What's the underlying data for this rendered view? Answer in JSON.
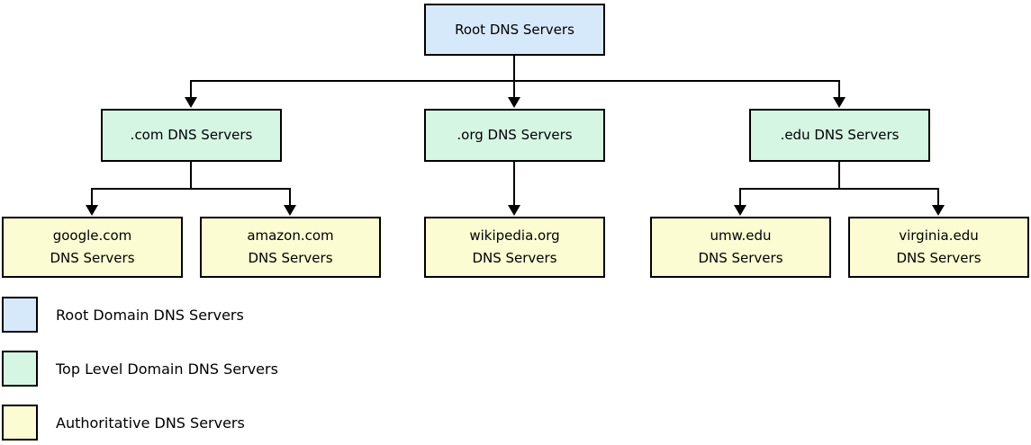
{
  "diagram": {
    "root": {
      "label": "Root DNS Servers"
    },
    "tld_servers": [
      {
        "label": ".com DNS Servers"
      },
      {
        "label": ".org DNS Servers"
      },
      {
        "label": ".edu DNS Servers"
      }
    ],
    "authoritative_servers": [
      {
        "line1": "google.com",
        "line2": "DNS Servers"
      },
      {
        "line1": "amazon.com",
        "line2": "DNS Servers"
      },
      {
        "line1": "wikipedia.org",
        "line2": "DNS Servers"
      },
      {
        "line1": "umw.edu",
        "line2": "DNS Servers"
      },
      {
        "line1": "virginia.edu",
        "line2": "DNS Servers"
      }
    ],
    "edges": [
      {
        "from": "Root DNS Servers",
        "to": ".com DNS Servers"
      },
      {
        "from": "Root DNS Servers",
        "to": ".org DNS Servers"
      },
      {
        "from": "Root DNS Servers",
        "to": ".edu DNS Servers"
      },
      {
        "from": ".com DNS Servers",
        "to": "google.com DNS Servers"
      },
      {
        "from": ".com DNS Servers",
        "to": "amazon.com DNS Servers"
      },
      {
        "from": ".org DNS Servers",
        "to": "wikipedia.org DNS Servers"
      },
      {
        "from": ".edu DNS Servers",
        "to": "umw.edu DNS Servers"
      },
      {
        "from": ".edu DNS Servers",
        "to": "virginia.edu DNS Servers"
      }
    ]
  },
  "legend": {
    "items": [
      {
        "label": "Root Domain DNS Servers",
        "color": "#d6e9fb"
      },
      {
        "label": "Top Level Domain DNS Servers",
        "color": "#d6f6e4"
      },
      {
        "label": "Authoritative DNS Servers",
        "color": "#fcfcd2"
      }
    ]
  },
  "colors": {
    "root_fill": "#d6e9fb",
    "tld_fill": "#d6f6e4",
    "authoritative_fill": "#fcfcd2",
    "line": "#000000",
    "background": "#ffffff"
  }
}
